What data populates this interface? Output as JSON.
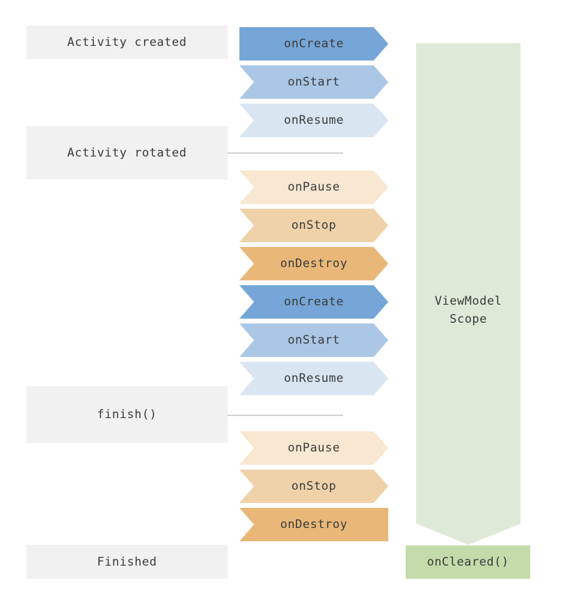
{
  "stages": [
    {
      "label": "Activity created"
    },
    {
      "label": "Activity rotated"
    },
    {
      "label": "finish()"
    },
    {
      "label": "Finished"
    }
  ],
  "lifecycle": {
    "groups": [
      {
        "events": [
          {
            "label": "onCreate",
            "color": "#76a6d8",
            "shape": "entry"
          },
          {
            "label": "onStart",
            "color": "#aac7e6",
            "shape": "chevron"
          },
          {
            "label": "onResume",
            "color": "#d9e5f1",
            "shape": "chevron"
          }
        ]
      },
      {
        "events": [
          {
            "label": "onPause",
            "color": "#f8e7d1",
            "shape": "chevron"
          },
          {
            "label": "onStop",
            "color": "#f0d2aa",
            "shape": "chevron"
          },
          {
            "label": "onDestroy",
            "color": "#e9b879",
            "shape": "chevron"
          },
          {
            "label": "onCreate",
            "color": "#76a6d8",
            "shape": "chevron"
          },
          {
            "label": "onStart",
            "color": "#aac7e6",
            "shape": "chevron"
          },
          {
            "label": "onResume",
            "color": "#d9e5f1",
            "shape": "chevron"
          }
        ]
      },
      {
        "events": [
          {
            "label": "onPause",
            "color": "#f8e7d1",
            "shape": "chevron"
          },
          {
            "label": "onStop",
            "color": "#f0d2aa",
            "shape": "chevron"
          },
          {
            "label": "onDestroy",
            "color": "#e9b879",
            "shape": "terminal"
          }
        ]
      }
    ]
  },
  "viewmodel": {
    "scope_label": "ViewModel\nScope",
    "scope_color": "#dfe9d8",
    "cleared_label": "onCleared()",
    "cleared_color": "#c4dcab"
  },
  "palette": {
    "stage_box_bg": "#f1f1f2",
    "connector_line": "#d2d2d2",
    "text": "#3a3a3a",
    "background": "#ffffff"
  }
}
